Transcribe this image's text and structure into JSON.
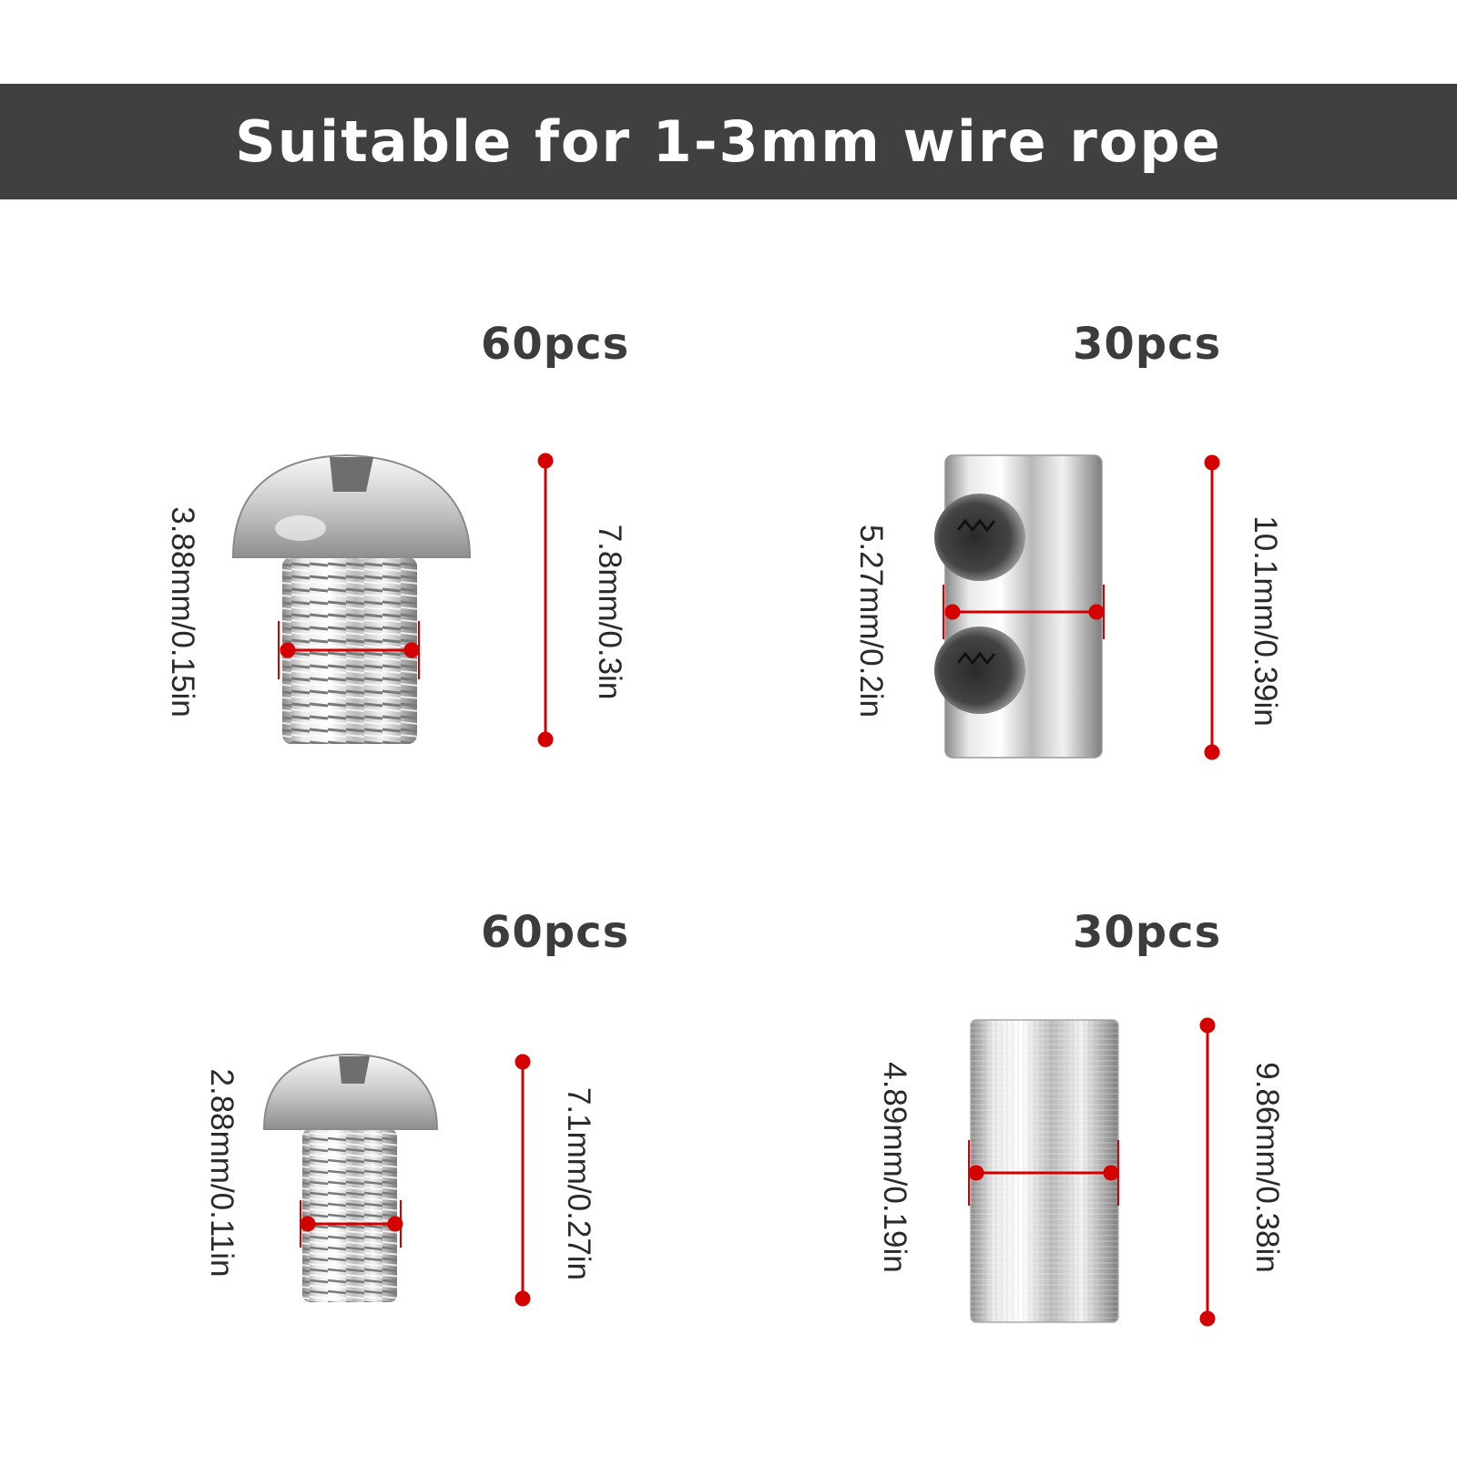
{
  "banner": {
    "title": "Suitable for 1-3mm wire rope"
  },
  "items": [
    {
      "count": "60pcs",
      "diameter_label": "3.88mm/0.15in",
      "length_label": "7.8mm/0.3in",
      "kind": "slotted-screw-large"
    },
    {
      "count": "30pcs",
      "diameter_label": "5.27mm/0.2in",
      "length_label": "10.1mm/0.39in",
      "kind": "cross-hole-barrel"
    },
    {
      "count": "60pcs",
      "diameter_label": "2.88mm/0.11in",
      "length_label": "7.1mm/0.27in",
      "kind": "slotted-screw-small"
    },
    {
      "count": "30pcs",
      "diameter_label": "4.89mm/0.19in",
      "length_label": "9.86mm/0.38in",
      "kind": "aluminum-sleeve"
    }
  ],
  "colors": {
    "banner_bg": "#404040",
    "measure_red": "#d40000",
    "text_dark": "#3c3c3c"
  }
}
